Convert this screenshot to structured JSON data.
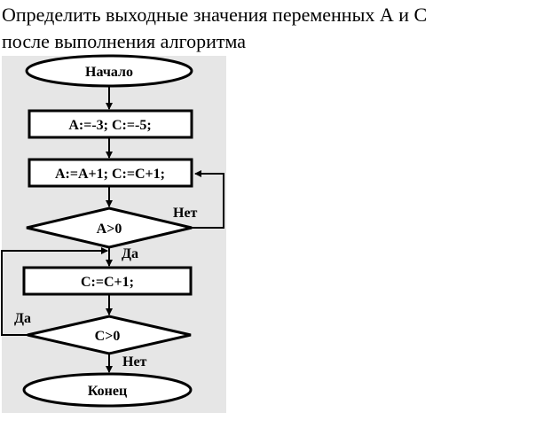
{
  "task": {
    "line1": "Определить выходные значения переменных А и С",
    "line2": "после выполнения алгоритма"
  },
  "flowchart": {
    "start": "Начало",
    "init": "A:=-3; C:=-5;",
    "step1": "A:=A+1; C:=C+1;",
    "cond1": "A>0",
    "cond1_no": "Нет",
    "cond1_yes": "Да",
    "step2": "C:=C+1;",
    "cond2": "C>0",
    "cond2_yes": "Да",
    "cond2_no": "Нет",
    "end": "Конец"
  }
}
